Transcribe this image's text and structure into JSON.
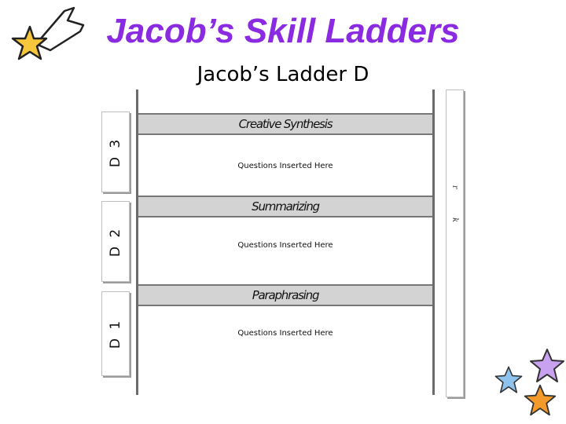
{
  "slide": {
    "title": "Jacob’s Skill Ladders",
    "subtitle": "Jacob’s Ladder D"
  },
  "ladder": {
    "rungs": [
      {
        "tab": "D 3",
        "skill": "Creative Synthesis",
        "questions": "Questions Inserted Here"
      },
      {
        "tab": "D 2",
        "skill": "Summarizing",
        "questions": "Questions Inserted Here"
      },
      {
        "tab": "D 1",
        "skill": "Paraphrasing",
        "questions": "Questions Inserted Here"
      }
    ],
    "side_text": [
      "ɹ",
      "ʞ"
    ]
  },
  "colors": {
    "title": "#8a2be2",
    "rung_bar": "#d3d3d3",
    "star_yellow": "#f6c63c",
    "star_purple": "#c8a2f0",
    "star_blue": "#8fc3ee",
    "star_orange": "#f39a2a"
  },
  "icons": [
    "shooting-star-icon",
    "purple-star-icon",
    "blue-star-icon",
    "orange-star-icon"
  ]
}
